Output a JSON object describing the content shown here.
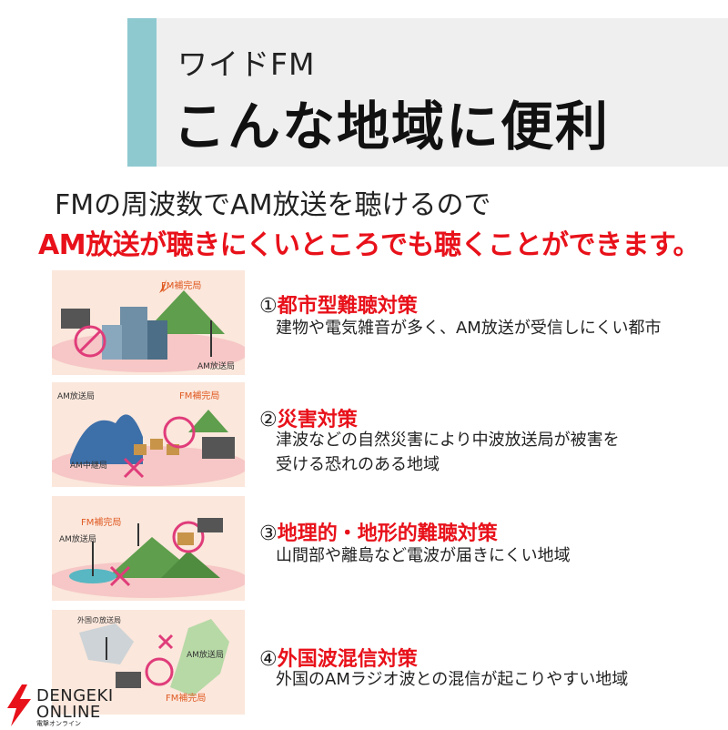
{
  "header": {
    "subtitle": "ワイドFM",
    "title": "こんな地域に便利"
  },
  "lead": {
    "line1": "FMの周波数でAM放送を聴けるので",
    "line2": "AM放送が聴きにくいところでも聴くことができます。"
  },
  "items": [
    {
      "number": "①",
      "title": "都市型難聴対策",
      "description": [
        "建物や電気雑音が多く、AM放送が受信しにくい都市"
      ],
      "labels": {
        "fm": "FM補完局",
        "am": "AM放送局"
      }
    },
    {
      "number": "②",
      "title": "災害対策",
      "description": [
        "津波などの自然災害により中波放送局が被害を",
        "受ける恐れのある地域"
      ],
      "labels": {
        "fm": "FM補完局",
        "am": "AM放送局",
        "relay": "AM中継局"
      }
    },
    {
      "number": "③",
      "title": "地理的・地形的難聴対策",
      "description": [
        "山間部や離島など電波が届きにくい地域"
      ],
      "labels": {
        "fm": "FM補完局",
        "am": "AM放送局"
      }
    },
    {
      "number": "④",
      "title": "外国波混信対策",
      "description": [
        "外国のAMラジオ波との混信が起こりやすい地域"
      ],
      "labels": {
        "fm": "FM補完局",
        "am": "AM放送局",
        "foreign": "外国の放送局"
      }
    }
  ],
  "logo": {
    "line1": "DENGEKI",
    "line2": "ONLINE",
    "line3": "電撃オンライン"
  },
  "colors": {
    "accent_red": "#e8111a",
    "header_bg": "#efefef",
    "header_bar": "#8ec9d0",
    "illustration_bg": "#fbe7dc"
  }
}
